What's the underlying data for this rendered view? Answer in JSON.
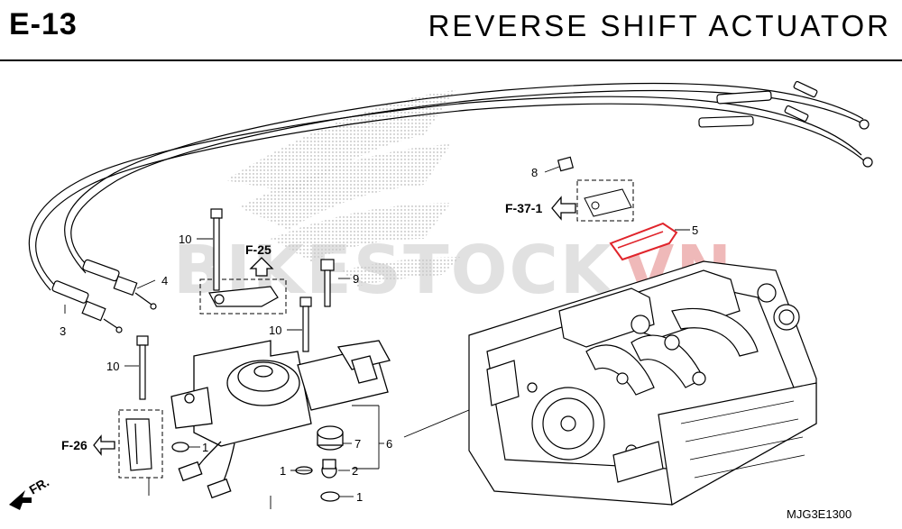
{
  "header": {
    "code": "E-13",
    "title": "REVERSE SHIFT ACTUATOR"
  },
  "refs": {
    "f25": "F-25",
    "f26": "F-26",
    "f371": "F-37-1",
    "fr": "FR."
  },
  "parts": {
    "p1a": "1",
    "p1b": "1",
    "p1c": "1",
    "p2": "2",
    "p3": "3",
    "p4": "4",
    "p5": "5",
    "p6": "6",
    "p7": "7",
    "p8": "8",
    "p9": "9",
    "p10a": "10",
    "p10b": "10",
    "p10c": "10"
  },
  "watermark": {
    "main": "BIKESTOCK",
    "suffix": "VN"
  },
  "catalog_code": "MJG3E1300",
  "colors": {
    "line": "#000000",
    "highlight": "#e0242b",
    "watermark": "#c9c9c9"
  }
}
